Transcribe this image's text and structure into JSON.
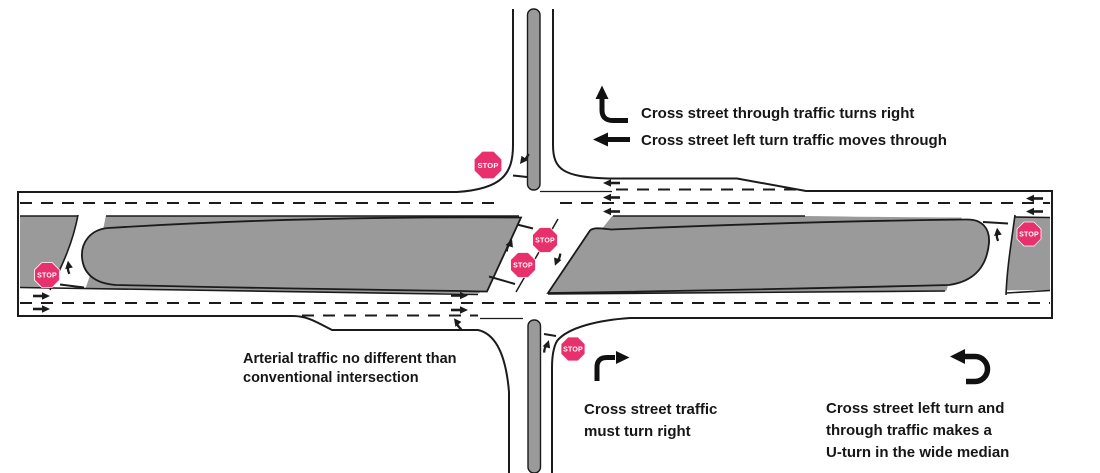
{
  "legend": {
    "items": [
      {
        "icon": "up-then-left-bend-arrow",
        "label": "Cross street through traffic turns right"
      },
      {
        "icon": "left-arrow",
        "label": "Cross street left turn traffic moves through"
      }
    ]
  },
  "annotations": {
    "arterial_note": {
      "lines": [
        "Arterial traffic no different than",
        "conventional intersection"
      ]
    },
    "right_turn_note": {
      "icon": "right-turn-arrow",
      "lines": [
        "Cross street traffic",
        "must turn right"
      ]
    },
    "u_turn_note": {
      "icon": "u-turn-arrow",
      "lines": [
        "Cross street left turn and",
        "through traffic makes a",
        "U-turn in the wide median"
      ]
    }
  },
  "stop_sign": {
    "label": "STOP",
    "color": "#e8306d",
    "count": 6
  },
  "road": {
    "median_color": "#9a9a9a",
    "edge_color": "#1b1b1b",
    "background": "#ffffff"
  }
}
